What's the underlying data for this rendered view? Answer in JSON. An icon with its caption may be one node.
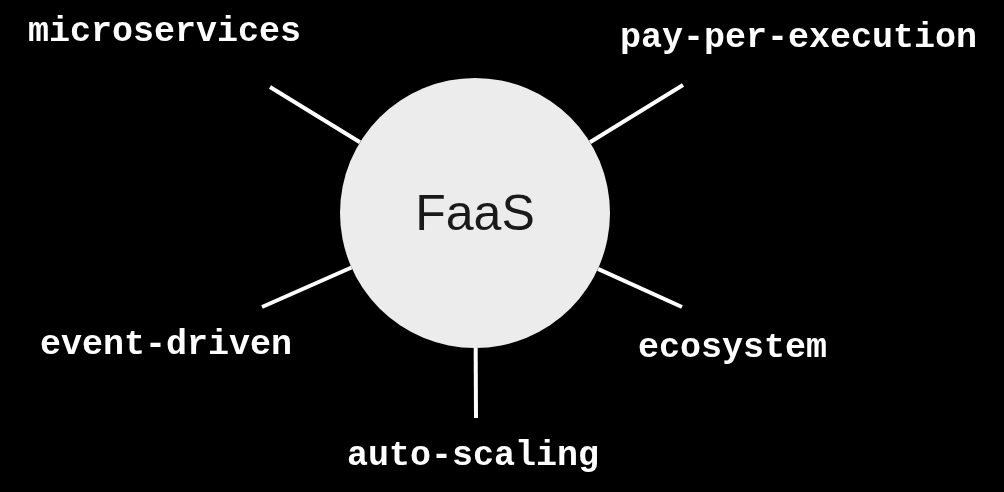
{
  "diagram": {
    "nodes": [
      {
        "text": [
          "FaaS"
        ]
      },
      {
        "text": [
          "microservices"
        ]
      },
      {
        "text": [
          "pay-per-execution"
        ]
      },
      {
        "text": [
          "event-driven"
        ]
      },
      {
        "text": [
          "ecosystem"
        ]
      },
      {
        "text": [
          "auto-scaling"
        ]
      }
    ],
    "edges": [
      {
        "from": 1,
        "to": 0,
        "arrow": "none"
      },
      {
        "from": 2,
        "to": 0,
        "arrow": "none"
      },
      {
        "from": 3,
        "to": 0,
        "arrow": "none"
      },
      {
        "from": 4,
        "to": 0,
        "arrow": "none"
      },
      {
        "from": 5,
        "to": 0,
        "arrow": "none"
      }
    ]
  }
}
